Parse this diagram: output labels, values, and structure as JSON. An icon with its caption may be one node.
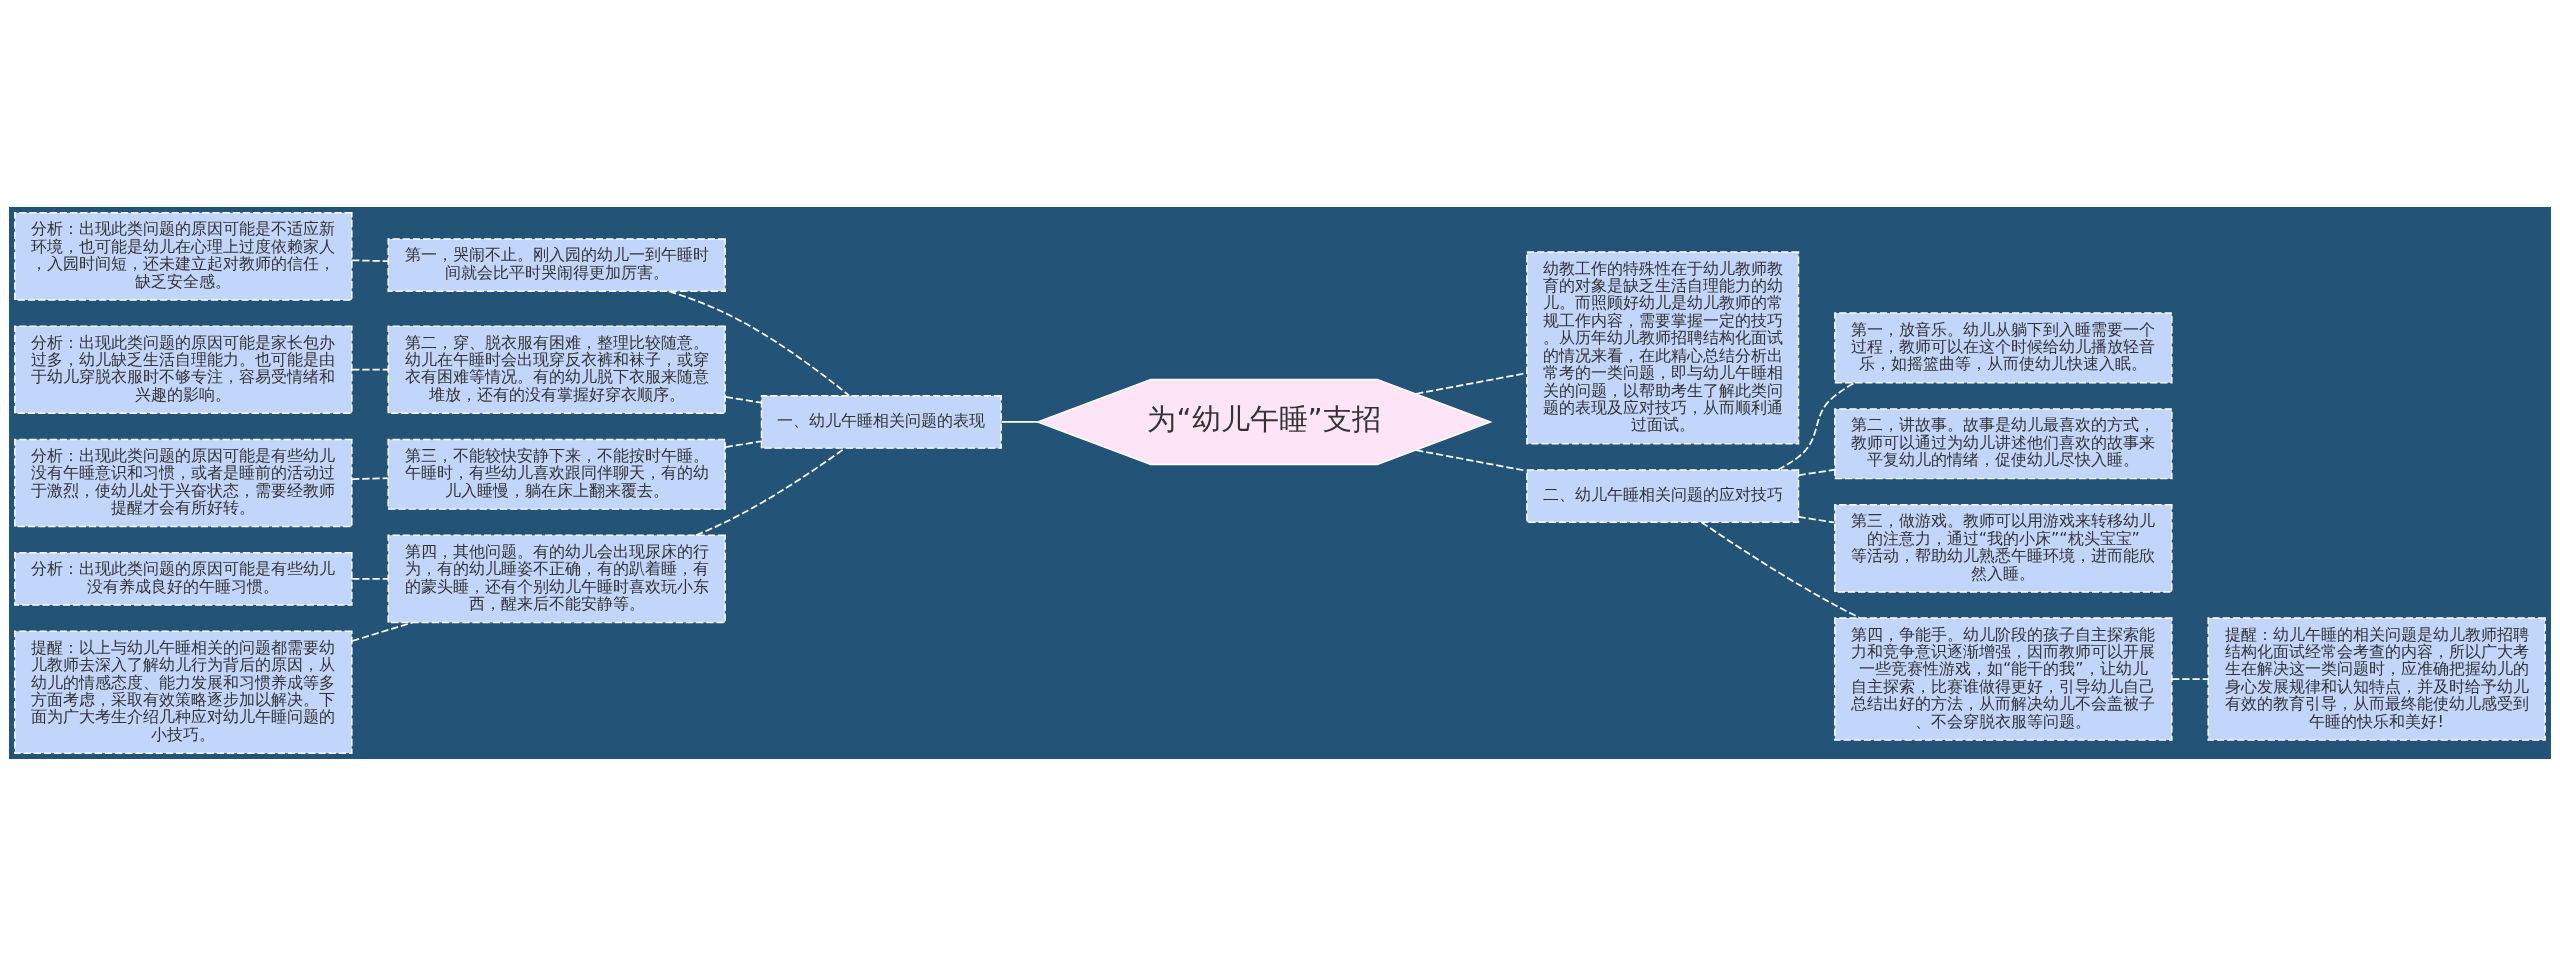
{
  "diagram": {
    "nodes": [
      {
        "text": [
          "为“幼儿午睡”支招"
        ]
      },
      {
        "text": [
          "一、幼儿午睡相关问题的表现"
        ]
      },
      {
        "text": [
          "第一，哭闹不止。刚入园的幼儿一到午睡时间就会比平时哭闹得更加厉害。"
        ]
      },
      {
        "text": [
          "分析：出现此类问题的原因可能是不适应新环境，也可能是幼儿在心理上过度依赖家人，入园时间短，还未建立起对教师的信任，缺乏安全感。"
        ]
      },
      {
        "text": [
          "第二，穿、脱衣服有困难，整理比较随意。幼儿在午睡时会出现穿反衣裤和袜子，或穿衣有困难等情况。有的幼儿脱下衣服来随意堆放，还有的没有掌握好穿衣顺序。"
        ]
      },
      {
        "text": [
          "分析：出现此类问题的原因可能是家长包办过多，幼儿缺乏生活自理能力。也可能是由于幼儿穿脱衣服时不够专注，容易受情绪和兴趣的影响。"
        ]
      },
      {
        "text": [
          "第三，不能较快安静下来，不能按时午睡。午睡时，有些幼儿喜欢跟同伴聊天，有的幼儿入睡慢，躺在床上翻来覆去。"
        ]
      },
      {
        "text": [
          "分析：出现此类问题的原因可能是有些幼儿没有午睡意识和习惯，或者是睡前的活动过于激烈，使幼儿处于兴奋状态，需要经教师提醒才会有所好转。"
        ]
      },
      {
        "text": [
          "第四，其他问题。有的幼儿会出现尿床的行为，有的幼儿睡姿不正确，有的趴着睡，有的蒙头睡，还有个别幼儿午睡时喜欢玩小东西，醒来后不能安静等。"
        ]
      },
      {
        "text": [
          "分析：出现此类问题的原因可能是有些幼儿没有养成良好的午睡习惯。"
        ]
      },
      {
        "text": [
          "提醒：以上与幼儿午睡相关的问题都需要幼儿教师去深入了解幼儿行为背后的原因，从幼儿的情感态度、能力发展和习惯养成等多方面考虑，采取有效策略逐步加以解决。下面为广大考生介绍几种应对幼儿午睡问题的小技巧。"
        ]
      },
      {
        "text": [
          "幼教工作的特殊性在于幼儿教师教育的对象是缺乏生活自理能力的幼儿。而照顾好幼儿是幼儿教师的常规工作内容，需要掌握一定的技巧。从历年幼儿教师招聘结构化面试的情况来看，在此精心总结分析出常考的一类问题，即与幼儿午睡相关的问题，以帮助考生了解此类问题的表现及应对技巧，从而顺利通过面试。"
        ]
      },
      {
        "text": [
          "二、幼儿午睡相关问题的应对技巧"
        ]
      },
      {
        "text": [
          "第一，放音乐。幼儿从躺下到入睡需要一个过程，教师可以在这个时候给幼儿播放轻音乐，如摇篮曲等，从而使幼儿快速入眠。"
        ]
      },
      {
        "text": [
          "第二，讲故事。故事是幼儿最喜欢的方式，教师可以通过为幼儿讲述他们喜欢的故事来平复幼儿的情绪，促使幼儿尽快入睡。"
        ]
      },
      {
        "text": [
          "第三，做游戏。教师可以用游戏来转移幼儿的注意力，通过“我的小床”“枕头宝宝”等活动，帮助幼儿熟悉午睡环境，进而能欣然入睡。"
        ]
      },
      {
        "text": [
          "第四，争能手。幼儿阶段的孩子自主探索能力和竞争意识逐渐增强，因而教师可以开展一些竞赛性游戏，如“能干的我”，让幼儿自主探索，比赛谁做得更好，引导幼儿自己总结出好的方法，从而解决幼儿不会盖被子、不会穿脱衣服等问题。"
        ]
      },
      {
        "text": [
          "提醒：幼儿午睡的相关问题是幼儿教师招聘结构化面试经常会考查的内容，所以广大考生在解决这一类问题时，应准确把握幼儿的身心发展规律和认知特点，并及时给予幼儿有效的教育引导，从而最终能使幼儿感受到午睡的快乐和美好!"
        ]
      }
    ],
    "edges": [
      {
        "from": 0,
        "to": 1,
        "arrow": "none"
      },
      {
        "from": 1,
        "to": 2,
        "arrow": "none",
        "style": "dashed"
      },
      {
        "from": 2,
        "to": 3,
        "arrow": "none",
        "style": "dashed"
      },
      {
        "from": 1,
        "to": 4,
        "arrow": "none",
        "style": "dashed"
      },
      {
        "from": 4,
        "to": 5,
        "arrow": "none",
        "style": "dashed"
      },
      {
        "from": 1,
        "to": 6,
        "arrow": "none",
        "style": "dashed"
      },
      {
        "from": 6,
        "to": 7,
        "arrow": "none",
        "style": "dashed"
      },
      {
        "from": 1,
        "to": 8,
        "arrow": "none",
        "style": "dashed"
      },
      {
        "from": 8,
        "to": 9,
        "arrow": "none",
        "style": "dashed"
      },
      {
        "from": 8,
        "to": 10,
        "arrow": "none",
        "style": "dashed"
      },
      {
        "from": 0,
        "to": 11,
        "arrow": "none",
        "style": "dashed"
      },
      {
        "from": 0,
        "to": 12,
        "arrow": "none",
        "style": "dashed"
      },
      {
        "from": 12,
        "to": 13,
        "arrow": "none",
        "style": "dashed"
      },
      {
        "from": 12,
        "to": 14,
        "arrow": "none",
        "style": "dashed"
      },
      {
        "from": 12,
        "to": 15,
        "arrow": "none",
        "style": "dashed"
      },
      {
        "from": 12,
        "to": 16,
        "arrow": "none",
        "style": "dashed"
      },
      {
        "from": 16,
        "to": 17,
        "arrow": "none",
        "style": "dashed"
      }
    ]
  }
}
